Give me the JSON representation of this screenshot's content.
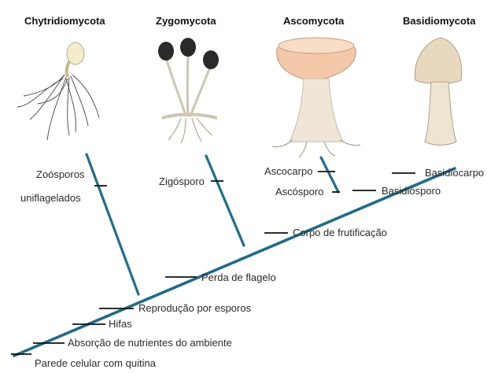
{
  "groups": [
    {
      "name": "Chytridiomycota"
    },
    {
      "name": "Zygomycota"
    },
    {
      "name": "Ascomycota"
    },
    {
      "name": "Basidiomycota"
    }
  ],
  "traits": {
    "chytrid_zoospores": "Zoósporos\nuniflagelados",
    "zygospore": "Zigósporo",
    "ascocarp": "Ascocarpo",
    "ascospore": "Ascósporo",
    "basidiocarp": "Basidiocarpo",
    "basidiospore": "Basidiósporo",
    "fruiting_body": "Corpo de frutificação",
    "flagellum_loss": "Perda de flagelo",
    "spore_reproduction": "Reprodução por esporos",
    "hyphae": "Hifas",
    "nutrient_absorption": "Absorção de nutrientes do ambiente",
    "chitin_wall": "Parede celular com quitina"
  },
  "colors": {
    "branch": "#1d6f8f",
    "mushroom": "#e9d8c0",
    "cup": "#f2c8a8",
    "zygo_sporangium": "#2a2a2a",
    "chytrid": "#f3edc8"
  }
}
